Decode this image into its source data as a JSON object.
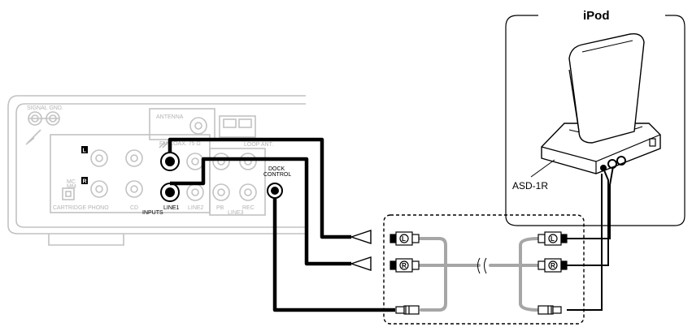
{
  "device": {
    "title": "iPod",
    "model": "ASD-1R"
  },
  "receiver": {
    "signal_gnd": "SIGNAL GND.",
    "antenna": "ANTENNA",
    "fm_coax": "FM COAX. 75 Ω",
    "loop_ant": "LOOP ANT.",
    "channel_left": "L",
    "channel_right": "R",
    "mc": "MC",
    "mm": "MM",
    "cartridge": "CARTRIDGE",
    "phono": "PHONO",
    "cd": "CD",
    "inputs": "INPUTS",
    "line1": "LINE1",
    "line2": "LINE2",
    "pb": "PB",
    "rec": "REC",
    "line3": "LINE3",
    "dock_control_1": "DOCK",
    "dock_control_2": "CONTROL"
  },
  "cable": {
    "plug_left": "L",
    "plug_right": "R"
  }
}
